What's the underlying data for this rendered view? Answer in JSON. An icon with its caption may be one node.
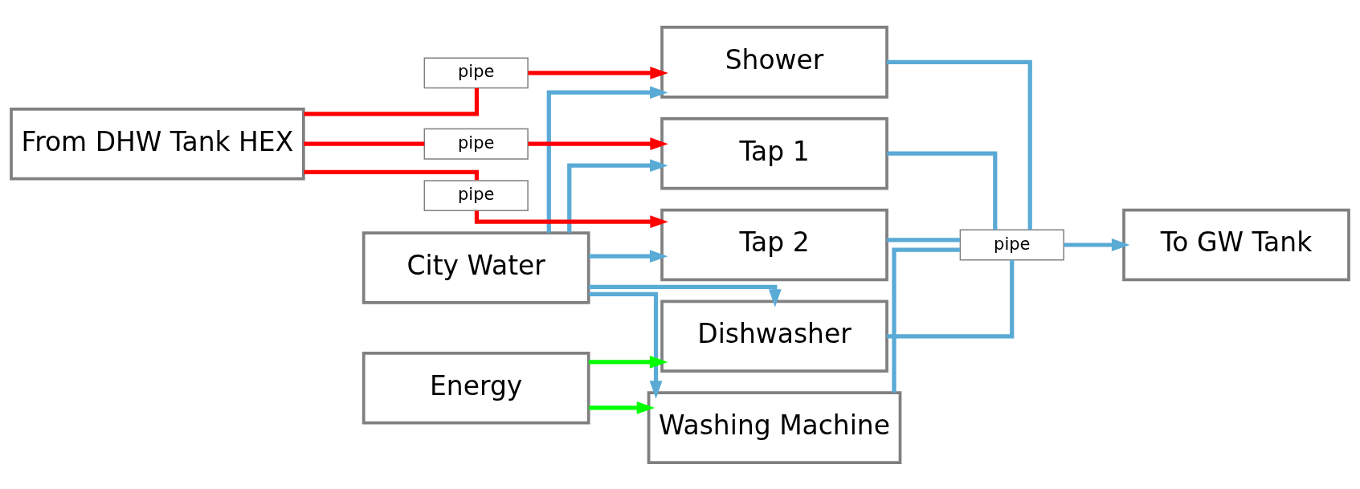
{
  "diagram": {
    "nodes": [
      {
        "text": [
          "City Water"
        ]
      },
      {
        "text": [
          "From DHW Tank HEX"
        ]
      },
      {
        "text": [
          "Energy"
        ]
      },
      {
        "text": [
          "pipe"
        ]
      },
      {
        "text": [
          "pipe"
        ]
      },
      {
        "text": [
          "pipe"
        ]
      },
      {
        "text": [
          "Shower"
        ]
      },
      {
        "text": [
          "Tap 1"
        ]
      },
      {
        "text": [
          "Tap 2"
        ]
      },
      {
        "text": [
          "Washing Machine"
        ]
      },
      {
        "text": [
          "Dishwasher"
        ]
      },
      {
        "text": [
          "pipe"
        ]
      },
      {
        "text": [
          "To GW Tank"
        ]
      }
    ],
    "edges": [
      {
        "from": 0,
        "to": 6,
        "arrow": "to"
      },
      {
        "from": 0,
        "to": 7,
        "arrow": "to"
      },
      {
        "from": 0,
        "to": 8,
        "arrow": "to"
      },
      {
        "from": 0,
        "to": 9,
        "arrow": "to"
      },
      {
        "from": 0,
        "to": 10,
        "arrow": "to"
      },
      {
        "from": 1,
        "to": 3,
        "arrow": "none",
        "color": "#ff0000"
      },
      {
        "from": 1,
        "to": 4,
        "arrow": "none",
        "color": "#ff0000"
      },
      {
        "from": 1,
        "to": 5,
        "arrow": "none",
        "color": "#ff0000"
      },
      {
        "from": 3,
        "to": 6,
        "arrow": "to",
        "color": "#ff0000"
      },
      {
        "from": 4,
        "to": 7,
        "arrow": "to",
        "color": "#ff0000"
      },
      {
        "from": 5,
        "to": 8,
        "arrow": "to",
        "color": "#ff0000"
      },
      {
        "from": 2,
        "to": 9,
        "arrow": "to",
        "color": "#00ff00"
      },
      {
        "from": 2,
        "to": 10,
        "arrow": "to",
        "color": "#00ff00"
      },
      {
        "from": 6,
        "to": 11,
        "arrow": "none"
      },
      {
        "from": 7,
        "to": 11,
        "arrow": "none"
      },
      {
        "from": 8,
        "to": 11,
        "arrow": "none"
      },
      {
        "from": 9,
        "to": 11,
        "arrow": "none"
      },
      {
        "from": 10,
        "to": 11,
        "arrow": "none"
      },
      {
        "from": 11,
        "to": 12,
        "arrow": "to"
      }
    ]
  }
}
